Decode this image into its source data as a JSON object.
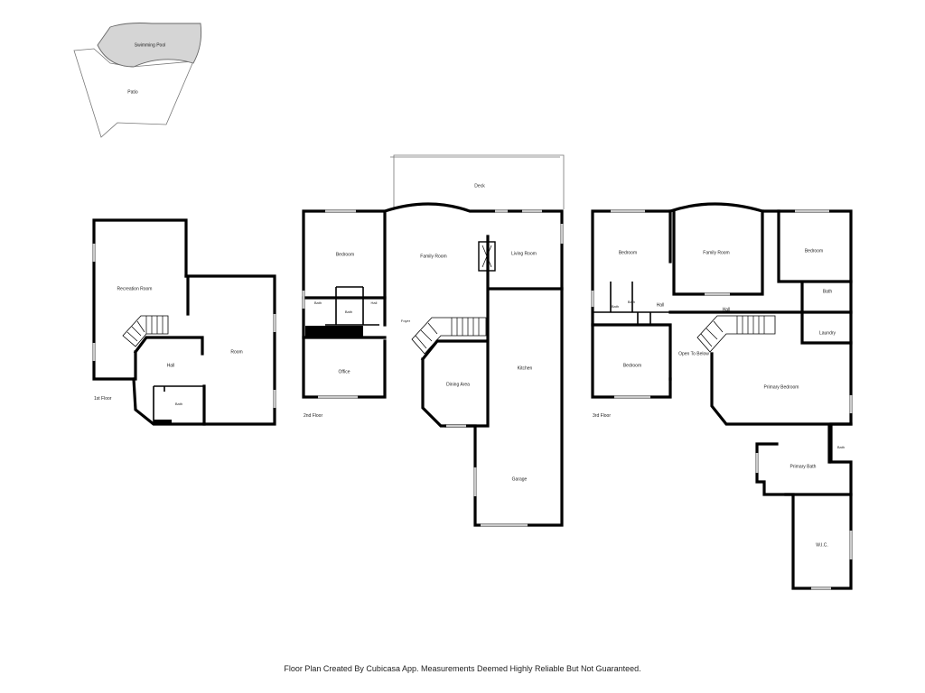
{
  "exterior": {
    "pool": "Swimming Pool",
    "patio": "Patio"
  },
  "floor1": {
    "label": "1st Floor",
    "rooms": {
      "recreation": "Recreation Room",
      "room": "Room",
      "hall": "Hall",
      "bath": "Bath"
    }
  },
  "floor2": {
    "label": "2nd Floor",
    "rooms": {
      "deck": "Deck",
      "bedroom": "Bedroom",
      "family": "Family Room",
      "living": "Living Room",
      "bath": "Bath",
      "bath2": "Bath",
      "hall": "Hall",
      "foyer": "Foyer",
      "office": "Office",
      "dining": "Dining Area",
      "kitchen": "Kitchen",
      "garage": "Garage"
    }
  },
  "floor3": {
    "label": "3rd Floor",
    "rooms": {
      "bedroom_left": "Bedroom",
      "family": "Family Room",
      "bedroom_right": "Bedroom",
      "bath_a": "Bath",
      "bath_b": "Bath",
      "hall_small": "Hall",
      "hall": "Hall",
      "bath_c": "Bath",
      "laundry": "Laundry",
      "bedroom_lower": "Bedroom",
      "open_below": "Open To Below",
      "primary_bedroom": "Primary Bedroom",
      "bath_d": "Bath",
      "primary_bath": "Primary Bath",
      "wic": "W.I.C."
    }
  },
  "disclaimer": "Floor Plan Created By Cubicasa App. Measurements Deemed Highly Reliable But Not Guaranteed."
}
